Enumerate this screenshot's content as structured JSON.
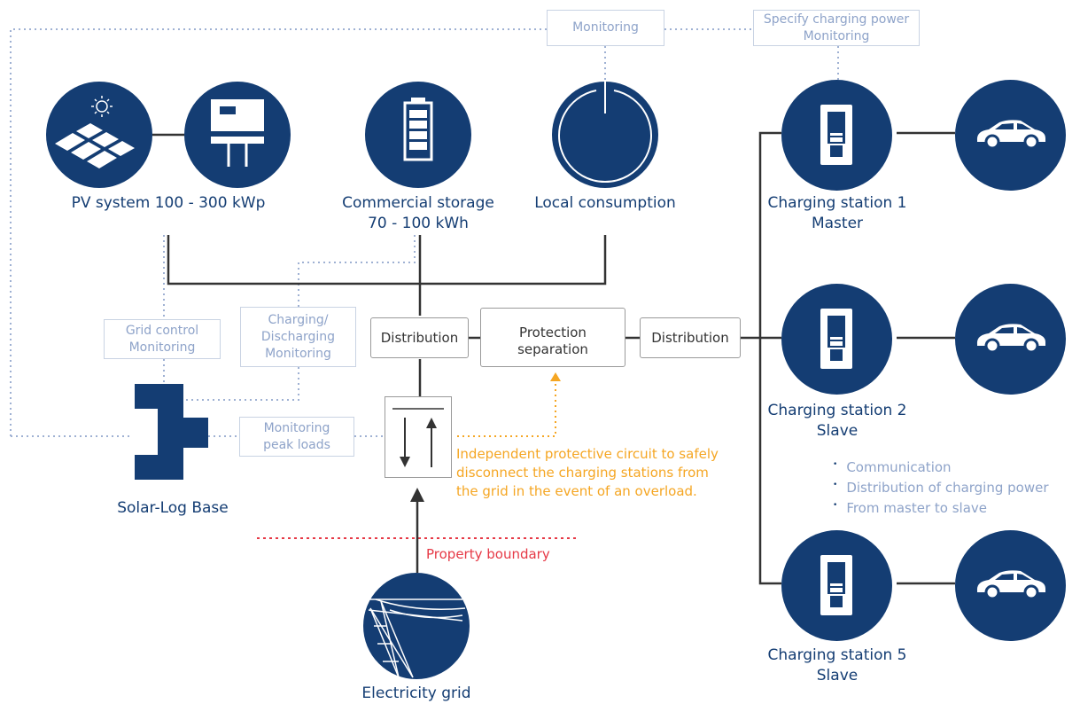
{
  "nodes": {
    "pv_system": "PV system 100 - 300 kWp",
    "storage_line1": "Commercial storage",
    "storage_line2": "70 - 100 kWh",
    "local_consumption": "Local consumption",
    "cs1_line1": "Charging station 1",
    "cs1_line2": "Master",
    "cs2_line1": "Charging station 2",
    "cs2_line2": "Slave",
    "cs5_line1": "Charging station 5",
    "cs5_line2": "Slave",
    "solar_log": "Solar-Log Base",
    "grid": "Electricity grid"
  },
  "boxes": {
    "monitoring": "Monitoring",
    "specify_line1": "Specify charging power",
    "specify_line2": "Monitoring",
    "grid_control_line1": "Grid control",
    "grid_control_line2": "Monitoring",
    "charging_line1": "Charging/",
    "charging_line2": "Discharging",
    "charging_line3": "Monitoring",
    "peak_line1": "Monitoring",
    "peak_line2": "peak loads",
    "distribution_left": "Distribution",
    "protection_line1": "Protection",
    "protection_line2": "separation",
    "distribution_right": "Distribution"
  },
  "notes": {
    "protective_line1": "Independent protective circuit to safely",
    "protective_line2": "disconnect the charging stations from",
    "protective_line3": "the grid in the event of an overload.",
    "property_boundary": "Property boundary",
    "comm_1": "Communication",
    "comm_2": "Distribution of charging power",
    "comm_3": "From master to slave"
  },
  "colors": {
    "primary": "#143d73",
    "light": "#8ea3c9",
    "accent_orange": "#f5a623",
    "accent_red": "#e63946"
  }
}
